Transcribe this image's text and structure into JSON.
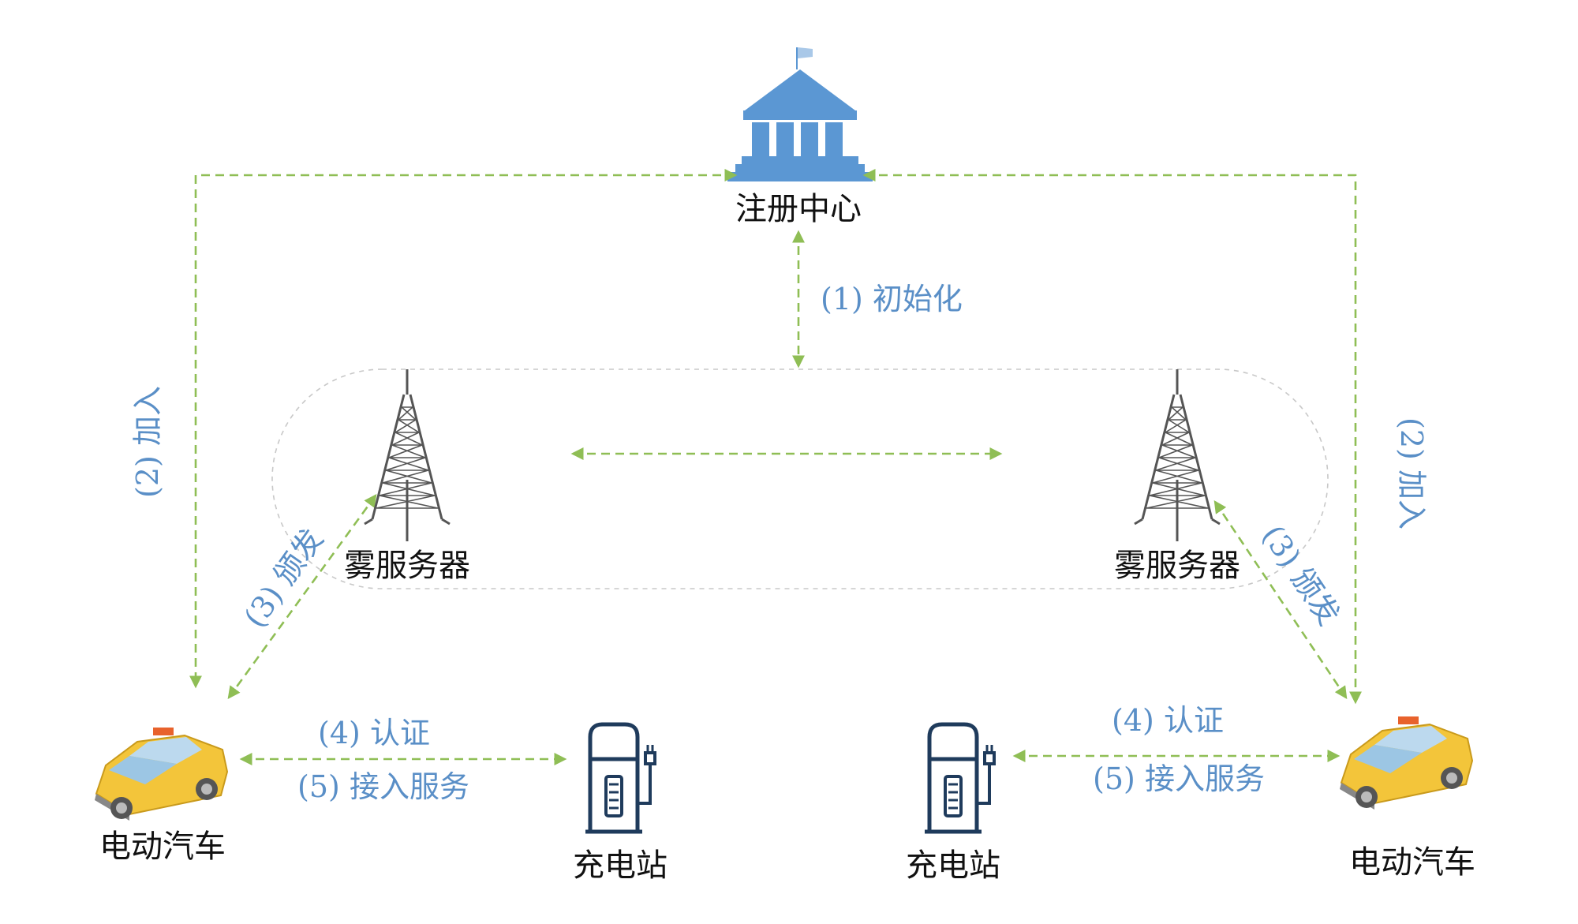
{
  "nodes": {
    "registration_center": "注册中心",
    "fog_server_left": "雾服务器",
    "fog_server_right": "雾服务器",
    "ev_left": "电动汽车",
    "ev_right": "电动汽车",
    "charging_station_left": "充电站",
    "charging_station_right": "充电站"
  },
  "steps": {
    "init": "(1) 初始化",
    "join_left": "(2) 加入",
    "join_right": "(2) 加入",
    "issue_left": "(3) 颁发",
    "issue_right": "(3) 颁发",
    "auth_left": "(4) 认证",
    "access_left": "(5) 接入服务",
    "auth_right": "(4) 认证",
    "access_right": "(5) 接入服务"
  },
  "colors": {
    "flow_arrow": "#8fbe55",
    "step_text": "#5a8fc7",
    "building": "#5b97d3",
    "tower": "#555555",
    "charger": "#1f3b5c",
    "taxi": "#f3c53a"
  },
  "icons": {
    "registration_center": "government-building-icon",
    "fog_server": "radio-tower-icon",
    "ev": "taxi-car-icon",
    "charging_station": "ev-charger-icon"
  }
}
